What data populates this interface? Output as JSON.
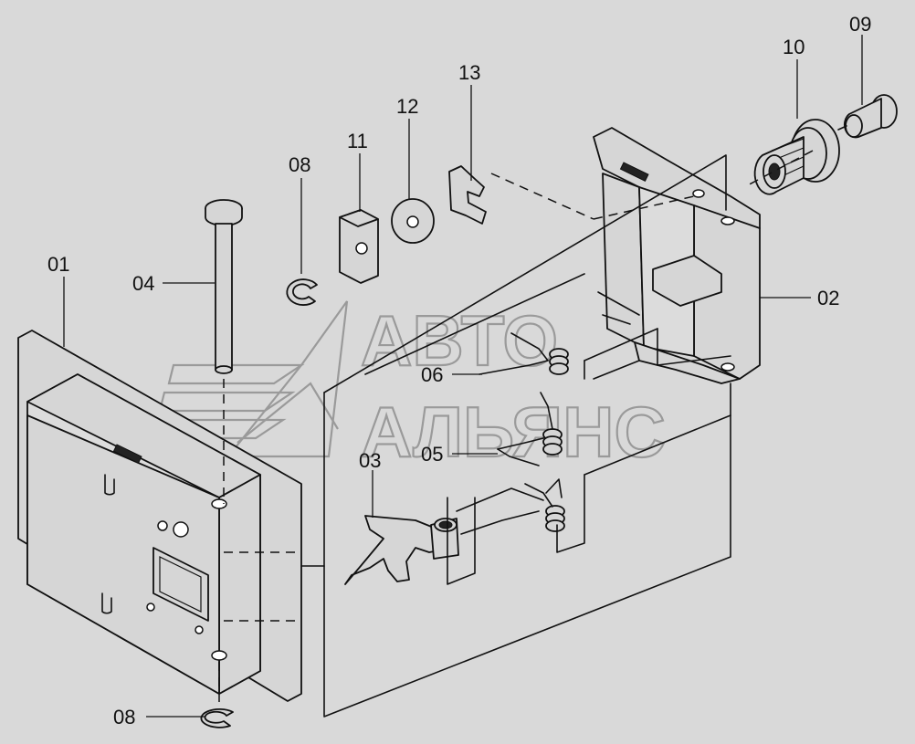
{
  "watermark": {
    "line1": "АВТО",
    "line2": "АЛЬЯНС"
  },
  "callouts": {
    "p01": "01",
    "p02": "02",
    "p03": "03",
    "p04": "04",
    "p05": "05",
    "p06": "06",
    "p08_top": "08",
    "p08_bottom": "08",
    "p09": "09",
    "p10": "10",
    "p11": "11",
    "p12": "12",
    "p13": "13"
  }
}
